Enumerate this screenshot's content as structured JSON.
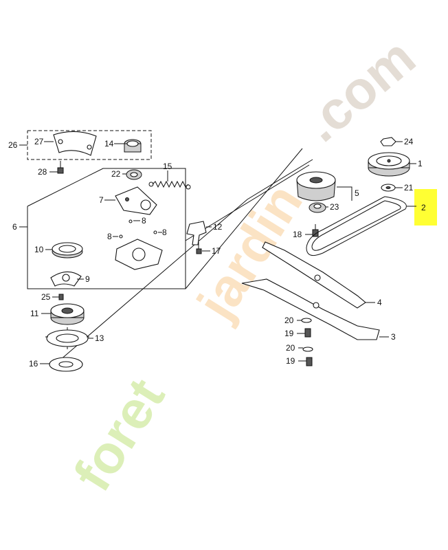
{
  "watermark": {
    "text_green": "foret",
    "text_orange": "jardin",
    "text_gray": ".com",
    "color_green": "#dcefb8",
    "color_orange": "#fbe3c4",
    "color_gray": "#e4ddd5"
  },
  "highlight_color": "#ffff33",
  "callouts": {
    "c1": "1",
    "c2": "2",
    "c3": "3",
    "c4": "4",
    "c5": "5",
    "c6": "6",
    "c7": "7",
    "c8a": "8",
    "c8b": "8",
    "c8c": "8",
    "c9": "9",
    "c10": "10",
    "c11": "11",
    "c12": "12",
    "c13": "13",
    "c14": "14",
    "c15": "15",
    "c16": "16",
    "c17": "17",
    "c18": "18",
    "c19a": "19",
    "c19b": "19",
    "c20a": "20",
    "c20b": "20",
    "c21": "21",
    "c22": "22",
    "c23": "23",
    "c24": "24",
    "c25": "25",
    "c26": "26",
    "c27": "27",
    "c28": "28"
  }
}
